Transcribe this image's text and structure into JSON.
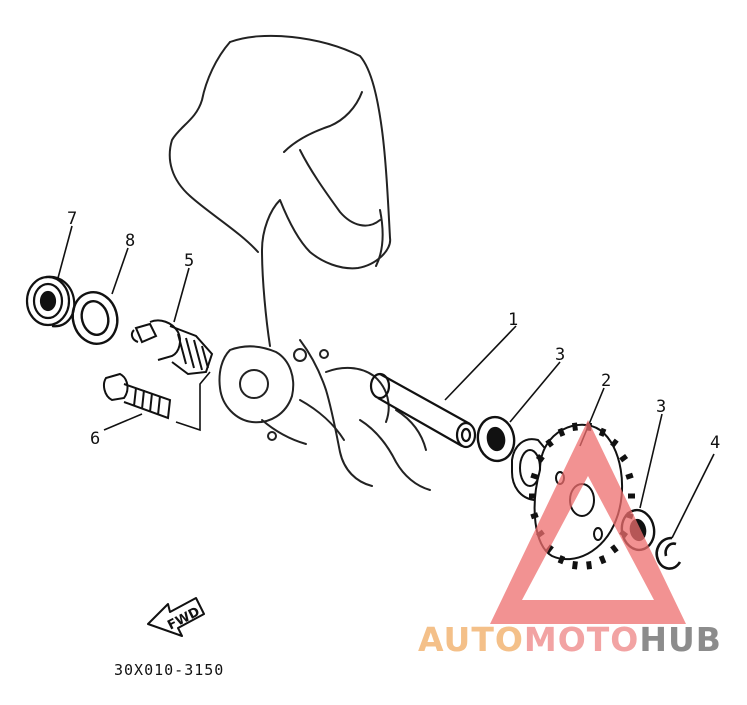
{
  "callouts": [
    {
      "id": "c1",
      "label": "1"
    },
    {
      "id": "c2",
      "label": "2"
    },
    {
      "id": "c3a",
      "label": "3"
    },
    {
      "id": "c3b",
      "label": "3"
    },
    {
      "id": "c4",
      "label": "4"
    },
    {
      "id": "c5",
      "label": "5"
    },
    {
      "id": "c6",
      "label": "6"
    },
    {
      "id": "c7",
      "label": "7"
    },
    {
      "id": "c8",
      "label": "8"
    }
  ],
  "direction_badge": "FWD",
  "diagram_code": "30X010-3150",
  "watermark": {
    "part1": "AUTO",
    "part2": "MOTO",
    "part3": "HUB",
    "colors": {
      "part1": "#f4c089",
      "part2": "#f2a3a3",
      "part3": "#8c8c8c",
      "triangle": "#ee6d6d"
    }
  }
}
